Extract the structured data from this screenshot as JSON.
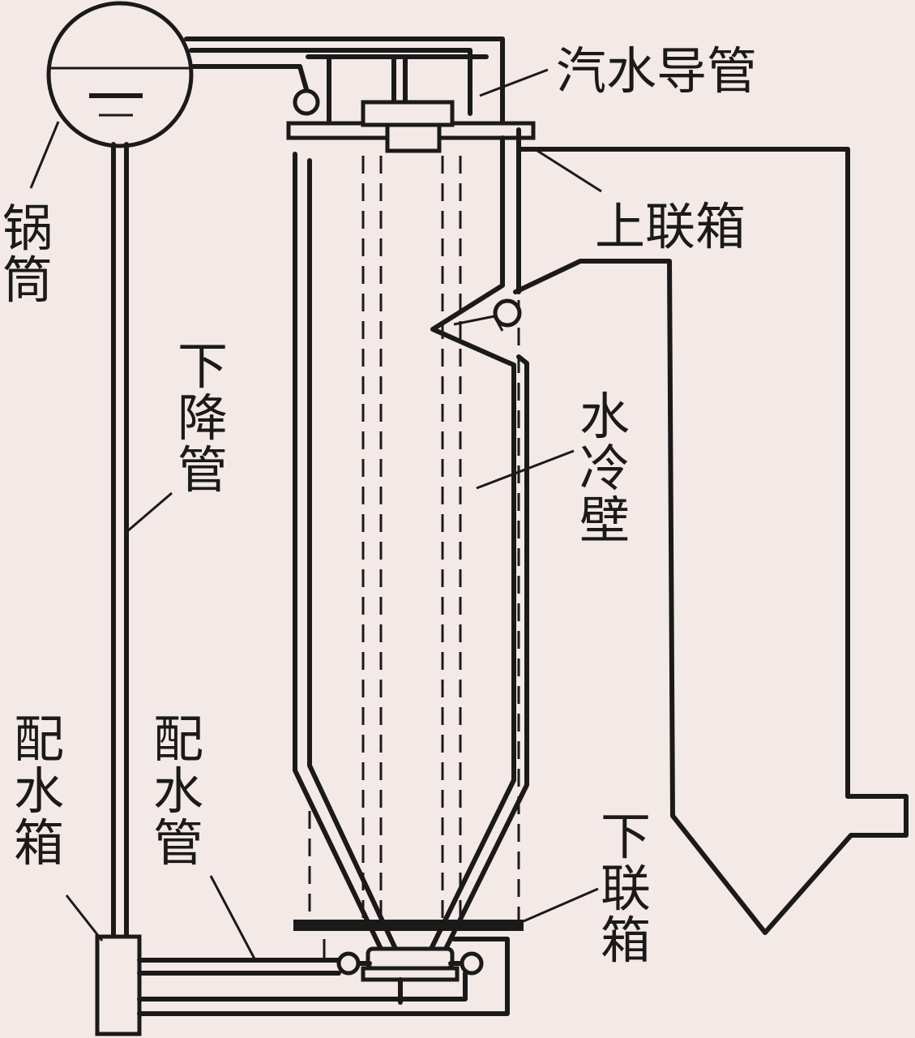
{
  "labels": {
    "drum": "锅筒",
    "downcomer": "下降管",
    "steam_water_pipe": "汽水导管",
    "upper_header": "上联箱",
    "water_wall": "水冷壁",
    "distribution_box": "配水箱",
    "distribution_pipe": "配水管",
    "lower_header": "下联箱"
  },
  "colors": {
    "background": "#f3e9e7",
    "ink": "#1a1a1a"
  }
}
